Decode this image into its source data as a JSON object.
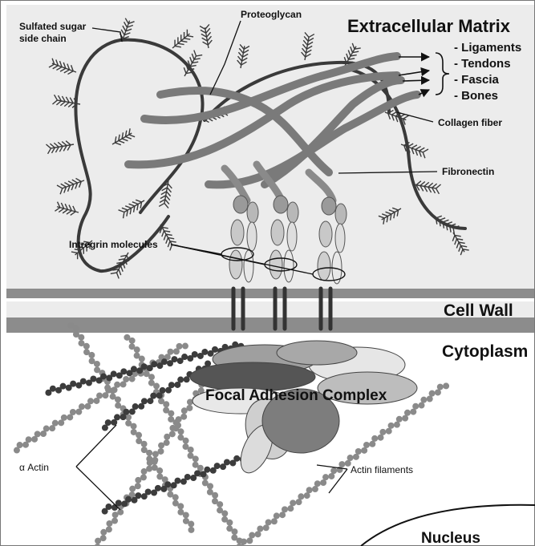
{
  "regions": {
    "ecm_title": "Extracellular Matrix",
    "cell_wall": "Cell Wall",
    "cytoplasm": "Cytoplasm",
    "focal_adhesion": "Focal Adhesion Complex",
    "nucleus": "Nucleus"
  },
  "ecm_list": [
    "- Ligaments",
    "- Tendons",
    "- Fascia",
    "- Bones"
  ],
  "labels": {
    "sulfated_line1": "Sulfated sugar",
    "sulfated_line2": "side chain",
    "proteoglycan": "Proteoglycan",
    "collagen_fiber": "Collagen fiber",
    "fibronectin": "Fibronectin",
    "integrin": "Intregrin molecules",
    "alpha_actin": "α Actin",
    "actin_filaments": "Actin filaments"
  },
  "colors": {
    "ecm_background": "#ececec",
    "membrane_band": "#8c8c8c",
    "collagen": "#7a7a7a",
    "proteoglycan": "#3a3a3a",
    "actin_light": "#8a8a8a",
    "actin_dark": "#3c3c3c"
  }
}
